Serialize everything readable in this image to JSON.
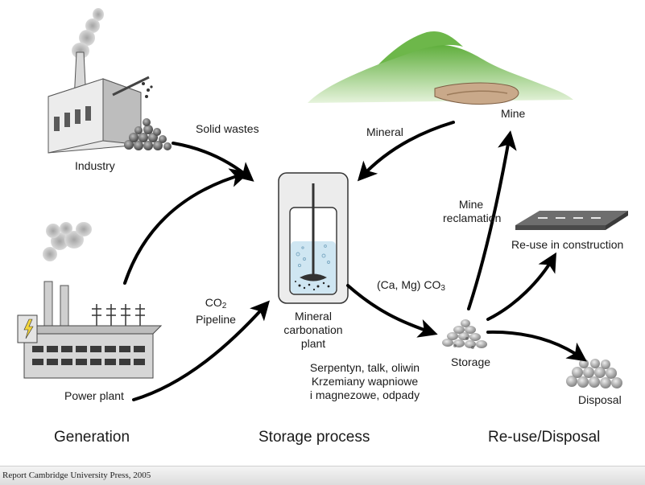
{
  "labels": {
    "solid_wastes": "Solid wastes",
    "industry": "Industry",
    "mineral": "Mineral",
    "mine": "Mine",
    "mine_reclamation_1": "Mine",
    "mine_reclamation_2": "reclamation",
    "reuse_construction": "Re-use in construction",
    "co2_prefix": "CO",
    "co2_sub": "2",
    "pipeline": "Pipeline",
    "plant_1": "Mineral",
    "plant_2": "carbonation",
    "plant_3": "plant",
    "caco3_prefix": "(Ca, Mg) CO",
    "caco3_sub": "3",
    "storage": "Storage",
    "minerals_1": "Serpentyn, talk, oliwin",
    "minerals_2": "Krzemiany wapniowe",
    "minerals_3": "i magnezowe, odpady",
    "power_plant": "Power plant",
    "disposal": "Disposal"
  },
  "sections": {
    "generation": "Generation",
    "storage_process": "Storage process",
    "reuse_disposal": "Re-use/Disposal"
  },
  "footer": {
    "credit": "Report Cambridge University Press, 2005"
  },
  "icons": [
    "industry-factory-icon",
    "power-plant-icon",
    "mine-hill-icon",
    "road-slab-icon",
    "carbonation-reactor-icon",
    "rock-pile-icon"
  ],
  "colors": {
    "hill_green": "#7cbf5a",
    "reactor_liquid": "#cfe6f2",
    "arrow": "#000000",
    "building_gray": "#cfcfcf"
  }
}
